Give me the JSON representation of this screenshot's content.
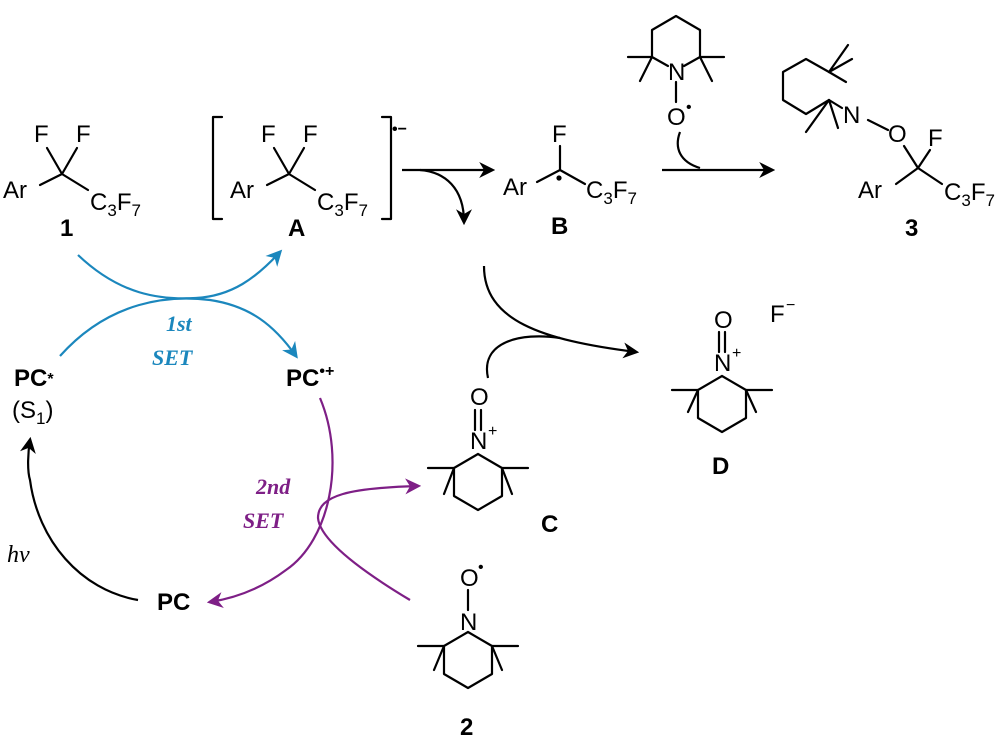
{
  "colors": {
    "black": "#000000",
    "first_set": "#1b87bd",
    "second_set": "#7e1f86"
  },
  "compounds": {
    "c1": {
      "number": "1",
      "f1": "F",
      "f2": "F",
      "ar": "Ar",
      "chain": "C",
      "n3": "3",
      "f": "F",
      "n7": "7"
    },
    "cA": {
      "number": "A",
      "f1": "F",
      "f2": "F",
      "ar": "Ar",
      "chain": "C",
      "n3": "3",
      "f": "F",
      "n7": "7",
      "charge": "•−"
    },
    "cB": {
      "number": "B",
      "f": "F",
      "ar": "Ar",
      "chain": "C",
      "n3": "3",
      "ff": "F",
      "n7": "7"
    },
    "f_anion": {
      "symbol": "F",
      "charge": "−"
    },
    "tempo_top": {
      "n": "N",
      "o": "O",
      "dot": "•"
    },
    "c3": {
      "number": "3",
      "n": "N",
      "o": "O",
      "f": "F",
      "ar": "Ar",
      "chain": "C",
      "n3": "3",
      "ff": "F",
      "n7": "7"
    },
    "cC": {
      "number": "C",
      "n": "N",
      "plus": "+",
      "o": "O"
    },
    "cD": {
      "number": "D",
      "n": "N",
      "plus": "+",
      "o": "O",
      "counter": "F",
      "counter_charge": "−"
    },
    "c2": {
      "number": "2",
      "n": "N",
      "o": "O",
      "dot": "•"
    }
  },
  "cycle": {
    "pc_star": "PC",
    "pc_star_mark": "*",
    "s1_open": "(S",
    "s1_sub": "1",
    "s1_close": ")",
    "pc_cation": "PC",
    "pc_cation_charge": "•+",
    "pc": "PC",
    "hv_h": "h",
    "hv_nu": "ν",
    "first_set_line1": "1st",
    "first_set_line2": "SET",
    "second_set_line1": "2nd",
    "second_set_line2": "SET"
  }
}
